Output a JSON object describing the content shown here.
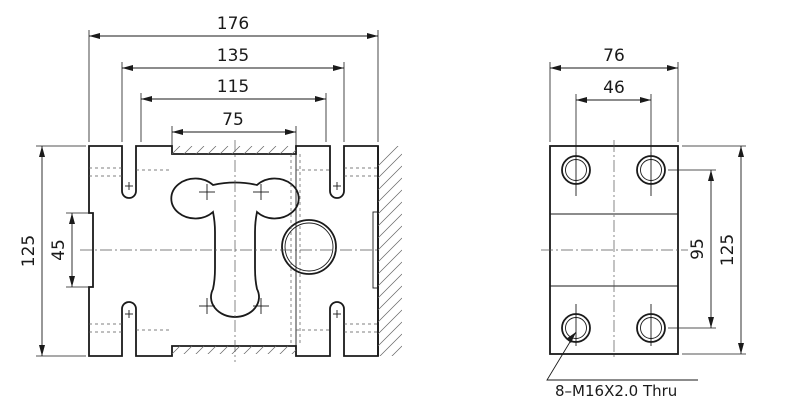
{
  "dimensions": {
    "front": {
      "overall_width": "176",
      "slot_span": "135",
      "inner_span": "115",
      "center_span": "75",
      "height": "125",
      "slot_height": "45"
    },
    "side": {
      "width": "76",
      "hole_spacing_x": "46",
      "hole_spacing_y": "95",
      "height": "125"
    }
  },
  "callout": {
    "hole_note": "8–M16X2.0 Thru"
  },
  "icons": {
    "leader_arrow": "arrow-icon"
  }
}
